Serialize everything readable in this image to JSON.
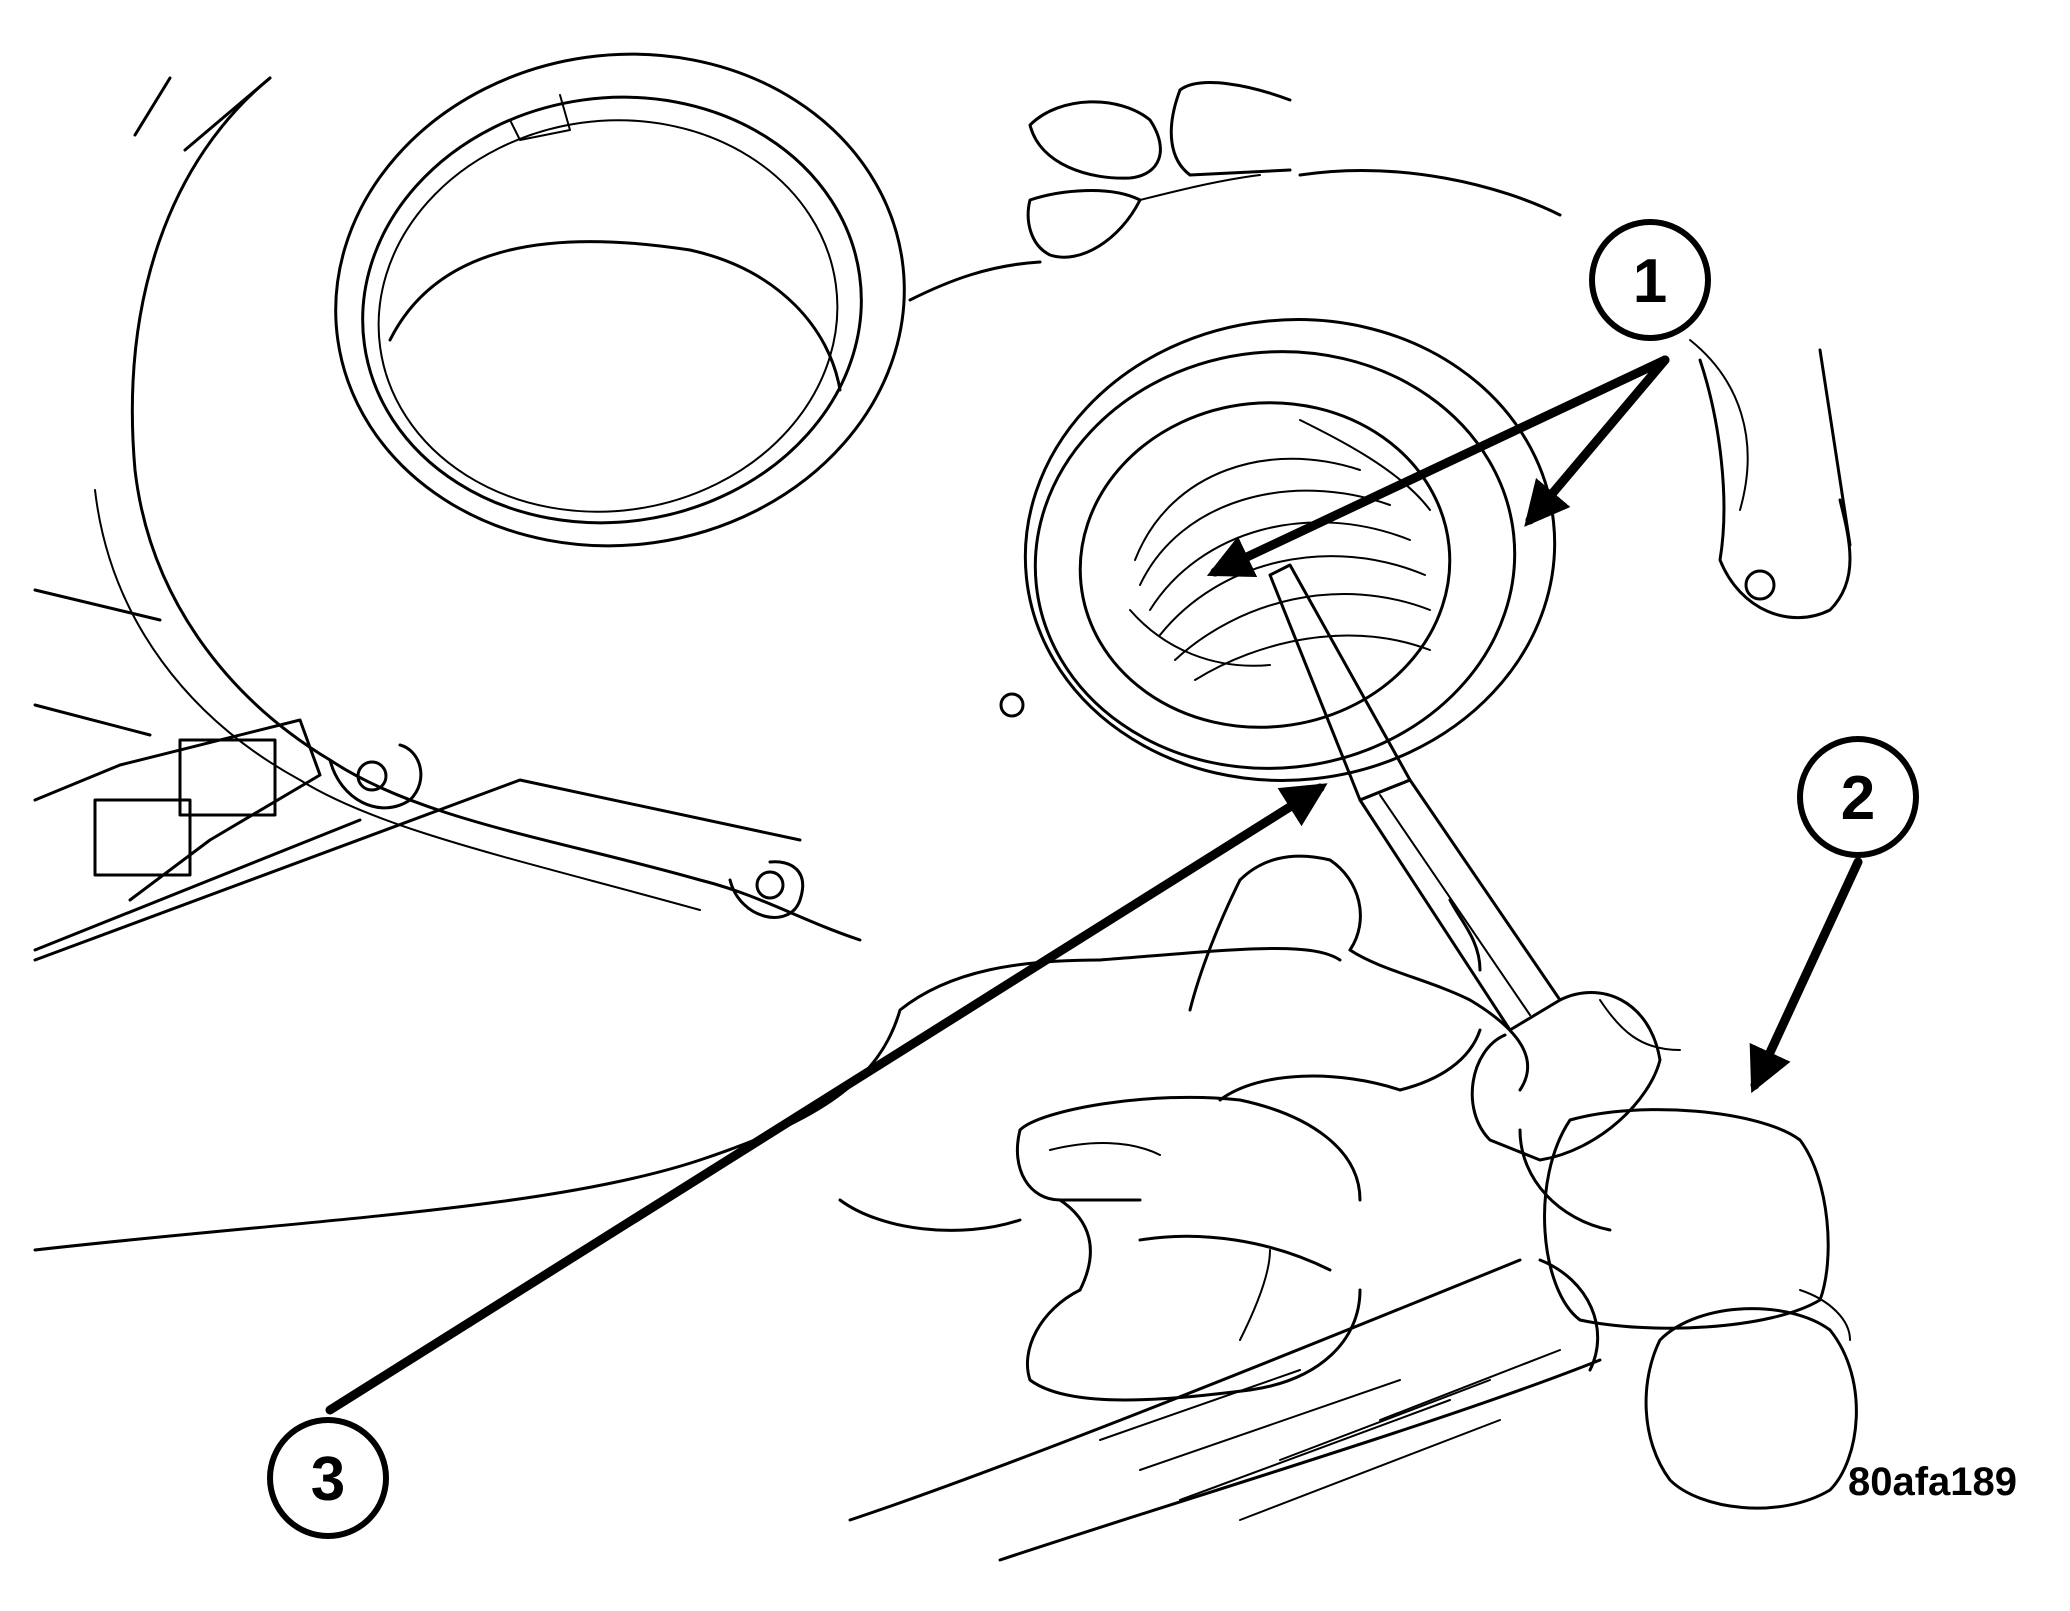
{
  "callouts": [
    {
      "id": "callout-1",
      "label": "1"
    },
    {
      "id": "callout-2",
      "label": "2"
    },
    {
      "id": "callout-3",
      "label": "3"
    }
  ],
  "figure_id": "80afa189",
  "colors": {
    "ink": "#000000",
    "paper": "#ffffff"
  }
}
